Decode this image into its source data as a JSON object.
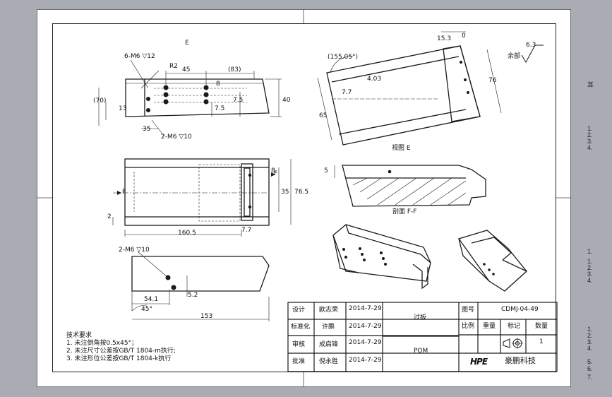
{
  "dimensions": {
    "d_e": "E",
    "d_6m6": "6-M6 ▽12",
    "d_r2": "R2",
    "d_45": "45",
    "d_83": "(83)",
    "d_8": "8",
    "d_40": "40",
    "d_7_5a": "7.5",
    "d_7_5b": "7.5",
    "d_70": "(70)",
    "d_13": "13",
    "d_35": "35",
    "d_2m6": "2-M6 ▽10",
    "d_8b": "8",
    "d_35b": "35",
    "d_76_5": "76.5",
    "d_2": "2",
    "d_160_5": "160.5",
    "d_7_7": "7.7",
    "d_f_left": "F",
    "d_f_right": "F",
    "d_2m6b": "2-M6 ▽10",
    "d_54_1": "54.1",
    "d_45deg": "45°",
    "d_153": "153",
    "d_5_2": "5.2",
    "d_155_05": "(155.05°)",
    "d_15_3": "15.3",
    "d_0": "0",
    "d_4_03": "4.03",
    "d_7_7b": "7.7",
    "d_65": "65",
    "d_76": "76",
    "d_roughness": "6.3",
    "d_rest": "余部",
    "d_5b": "5"
  },
  "view_labels": {
    "view_e": "视图 E",
    "section_ff": "剖面 F-F"
  },
  "notes": {
    "heading": "技术要求",
    "line1": "1. 未注倒角按0.5x45°；",
    "line2": "2. 未注尺寸公差按GB/T 1804-m执行;",
    "line3": "3. 未注形位公差按GB/T 1804-k执行"
  },
  "title_block": {
    "design_label": "设计",
    "design_name": "欧志荣",
    "design_date": "2014-7-29",
    "std_label": "标准化",
    "std_name": "许鹏",
    "std_date": "2014-7-29",
    "review_label": "审核",
    "review_name": "成启锋",
    "review_date": "2014-7-29",
    "approve_label": "批准",
    "approve_name": "倪永胜",
    "approve_date": "2014-7-29",
    "part_name": "过板",
    "material": "POM",
    "drawing_no_label": "图号",
    "drawing_no": "CDMJ-04-49",
    "scale_label": "比例",
    "weight_label": "重量",
    "mark_label": "标记",
    "qty_label": "数量",
    "qty": "1",
    "company_logo": "HPE",
    "company": "豪鹏科技"
  },
  "side_notes": [
    "耳",
    "1.",
    "2.",
    "3.",
    "4.",
    "1.",
    "1.",
    "2.",
    "3.",
    "4.",
    "1.",
    "2.",
    "3.",
    "4.",
    "5.",
    "6.",
    "7."
  ]
}
